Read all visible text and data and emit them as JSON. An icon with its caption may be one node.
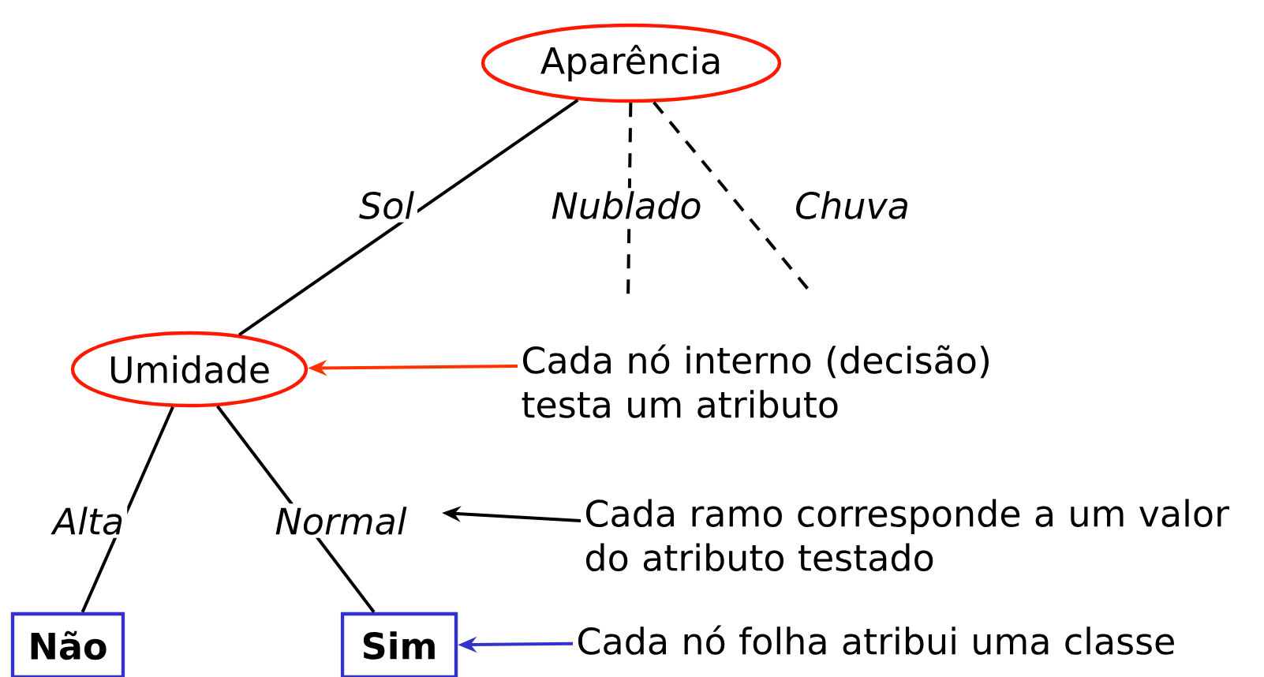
{
  "diagram": {
    "nodes": [
      {
        "text": [
          "Aparência"
        ]
      },
      {
        "text": [
          "Umidade"
        ]
      },
      {
        "text": [
          "Não"
        ]
      },
      {
        "text": [
          "Sim"
        ]
      },
      {
        "text": [
          "Cada nó interno (decisão) testa um atributo"
        ]
      },
      {
        "text": [
          "Cada ramo corresponde a um valor do atributo testado"
        ]
      },
      {
        "text": [
          "Cada nó folha atribui uma classe"
        ]
      }
    ],
    "edges": [
      {
        "from": 0,
        "to": 1,
        "arrow": "none",
        "label": "Sol"
      },
      {
        "from": 0,
        "to": null,
        "arrow": "none",
        "label": "Nublado",
        "style": "dashed"
      },
      {
        "from": 0,
        "to": null,
        "arrow": "none",
        "label": "Chuva",
        "style": "dashed"
      },
      {
        "from": 1,
        "to": 2,
        "arrow": "none",
        "label": "Alta"
      },
      {
        "from": 1,
        "to": 3,
        "arrow": "none",
        "label": "Normal"
      },
      {
        "from": 4,
        "to": 1,
        "arrow": "to",
        "color": "#ff3300"
      },
      {
        "from": 5,
        "to": null,
        "arrow": "to"
      },
      {
        "from": 6,
        "to": 3,
        "arrow": "to",
        "color": "#3333cc"
      }
    ]
  }
}
